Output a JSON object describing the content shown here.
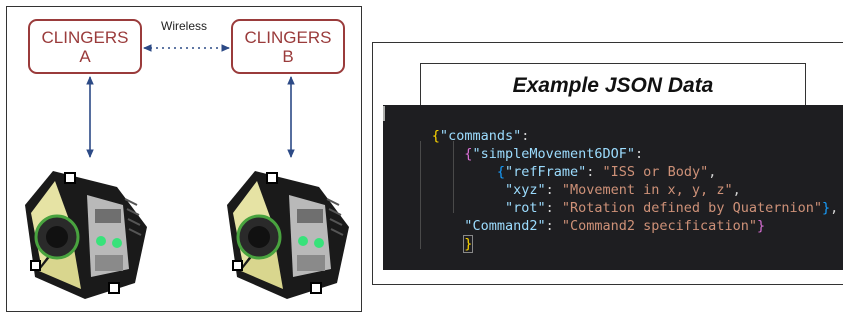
{
  "diagram": {
    "node_a": {
      "line1": "CLINGERS",
      "line2": "A"
    },
    "node_b": {
      "line1": "CLINGERS",
      "line2": "B"
    },
    "link_label": "Wireless"
  },
  "colors": {
    "node_border": "#9a3b3b",
    "arrow": "#2c4a86",
    "code_background": "#1e1e21",
    "json_key": "#9cdcfe",
    "json_string": "#ce9178"
  },
  "example": {
    "title": "Example JSON Data",
    "lines": [
      {
        "key": "commands",
        "value": ""
      },
      {
        "key": "simpleMovement6DOF",
        "value": ""
      },
      {
        "key": "refFrame",
        "value": "ISS or Body"
      },
      {
        "key": "xyz",
        "value": "Movement in x, y, z"
      },
      {
        "key": "rot",
        "value": "Rotation defined by Quaternion"
      },
      {
        "key": "Command2",
        "value": "Command2 specification"
      }
    ]
  }
}
